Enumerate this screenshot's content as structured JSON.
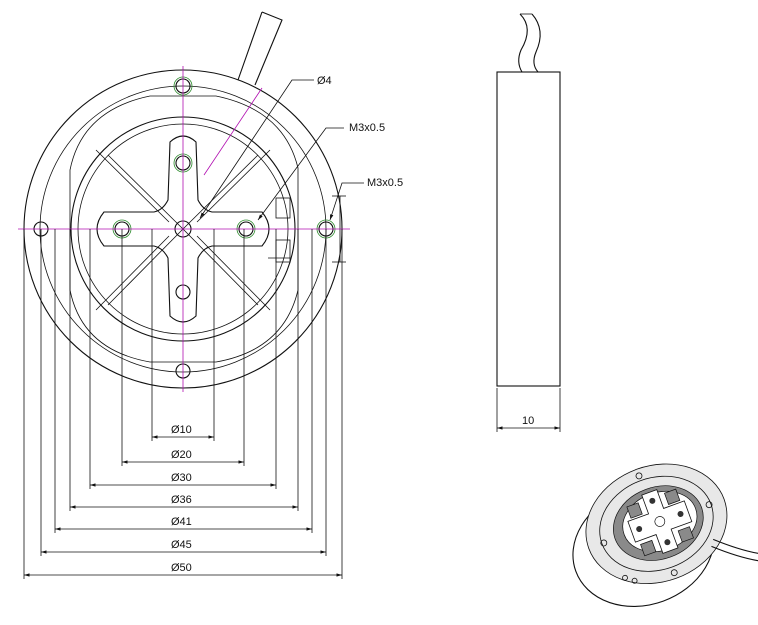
{
  "callouts": {
    "hole": "Ø4",
    "thread1": "M3x0.5",
    "thread2": "M3x0.5"
  },
  "diameters": [
    "Ø10",
    "Ø20",
    "Ø30",
    "Ø36",
    "Ø41",
    "Ø45",
    "Ø50"
  ],
  "side_view": {
    "thickness": "10"
  }
}
